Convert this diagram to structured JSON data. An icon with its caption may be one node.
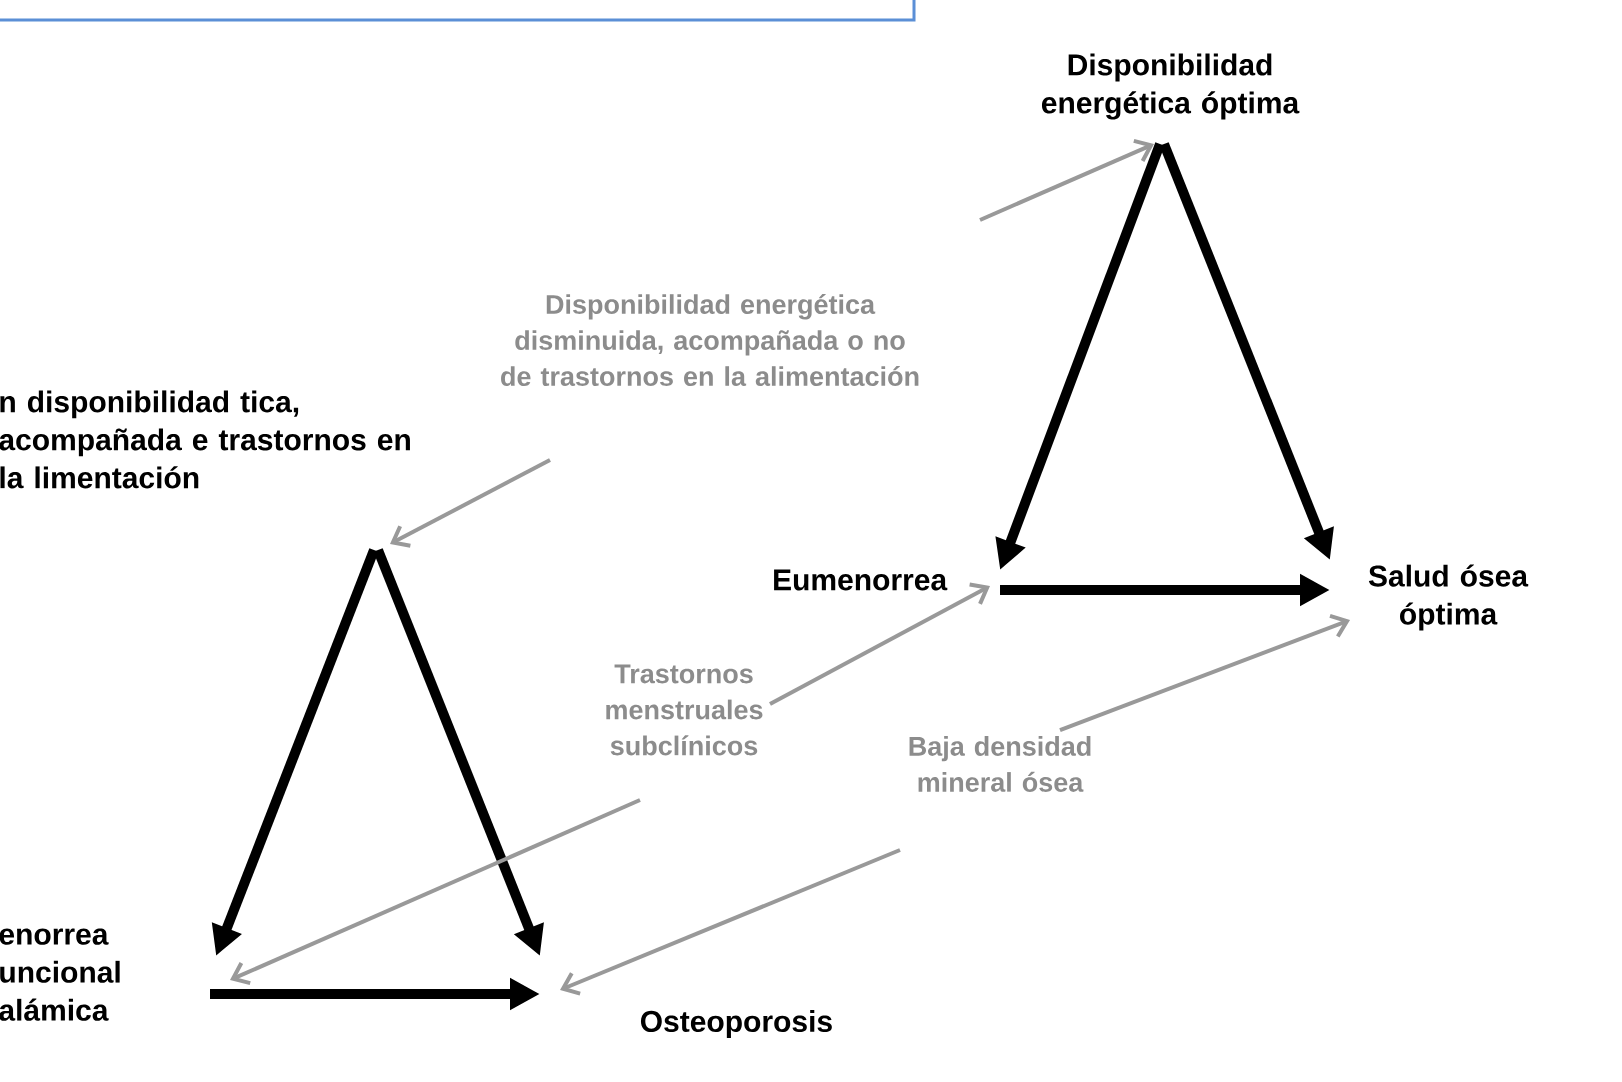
{
  "diagram": {
    "nodes": [
      {
        "text": [
          "Disponibilidad energética óptima"
        ]
      },
      {
        "text": [
          "Eumenorrea"
        ]
      },
      {
        "text": [
          "Salud ósea óptima"
        ]
      },
      {
        "text": [
          "n disponibilidad tica, acompañada e trastornos en la limentación"
        ]
      },
      {
        "text": [
          "enorrea uncional alámica"
        ]
      },
      {
        "text": [
          "Osteoporosis"
        ]
      },
      {
        "text": [
          "Disponibilidad energética disminuida, acompañada o no de trastornos en la alimentación"
        ]
      },
      {
        "text": [
          "Trastornos menstruales subclínicos"
        ]
      },
      {
        "text": [
          "Baja densidad mineral ósea"
        ]
      }
    ],
    "edges": [
      {
        "from": 0,
        "to": 1,
        "arrow": "to",
        "style": "thick"
      },
      {
        "from": 0,
        "to": 2,
        "arrow": "to",
        "style": "thick"
      },
      {
        "from": 1,
        "to": 2,
        "arrow": "to",
        "style": "thick"
      },
      {
        "from": 3,
        "to": 4,
        "arrow": "to",
        "style": "thick"
      },
      {
        "from": 3,
        "to": 5,
        "arrow": "to",
        "style": "thick"
      },
      {
        "from": 4,
        "to": 5,
        "arrow": "to",
        "style": "thick"
      },
      {
        "from": 6,
        "to": 0,
        "arrow": "to",
        "color": "#999999"
      },
      {
        "from": 6,
        "to": 3,
        "arrow": "to",
        "color": "#999999"
      },
      {
        "from": 7,
        "to": 1,
        "arrow": "to",
        "color": "#999999"
      },
      {
        "from": 7,
        "to": 4,
        "arrow": "to",
        "color": "#999999"
      },
      {
        "from": 8,
        "to": 2,
        "arrow": "to",
        "color": "#999999"
      },
      {
        "from": 8,
        "to": 5,
        "arrow": "to",
        "color": "#999999"
      }
    ]
  }
}
